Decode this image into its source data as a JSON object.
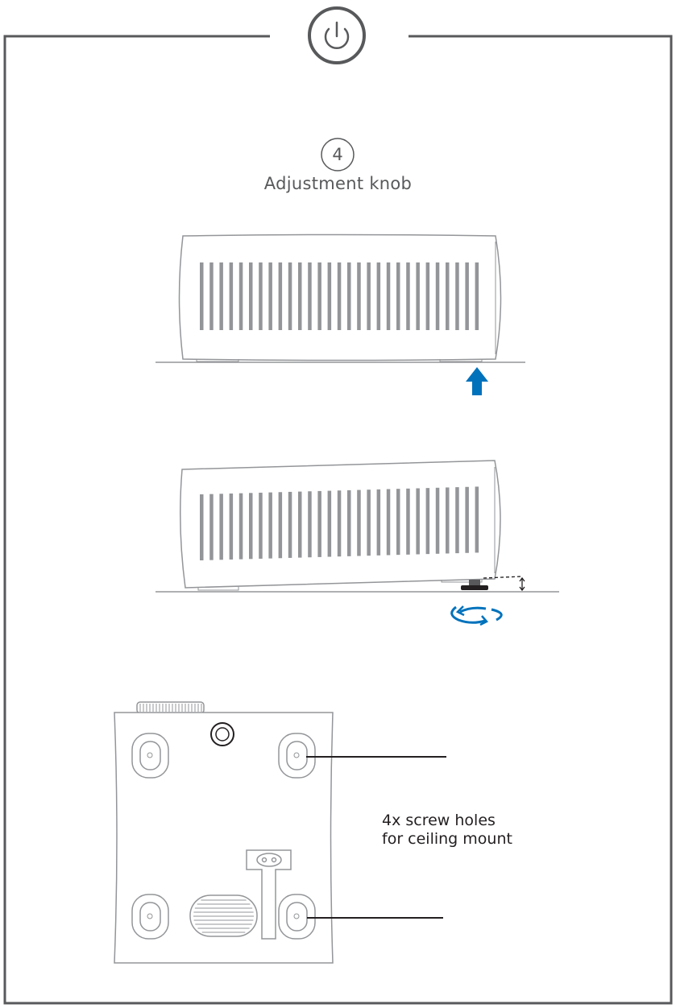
{
  "power_icon": "power-icon",
  "step": {
    "number": "4",
    "title": "Adjustment knob"
  },
  "bottom_view": {
    "label_line1": "4x screw holes",
    "label_line2": "for ceiling mount"
  },
  "colors": {
    "frame": "#58595b",
    "line_art": "#939598",
    "accent_blue": "#0072bc",
    "label_text": "#231f20"
  },
  "icons": [
    "power-icon",
    "up-arrow-icon",
    "rotate-arrows-icon"
  ]
}
